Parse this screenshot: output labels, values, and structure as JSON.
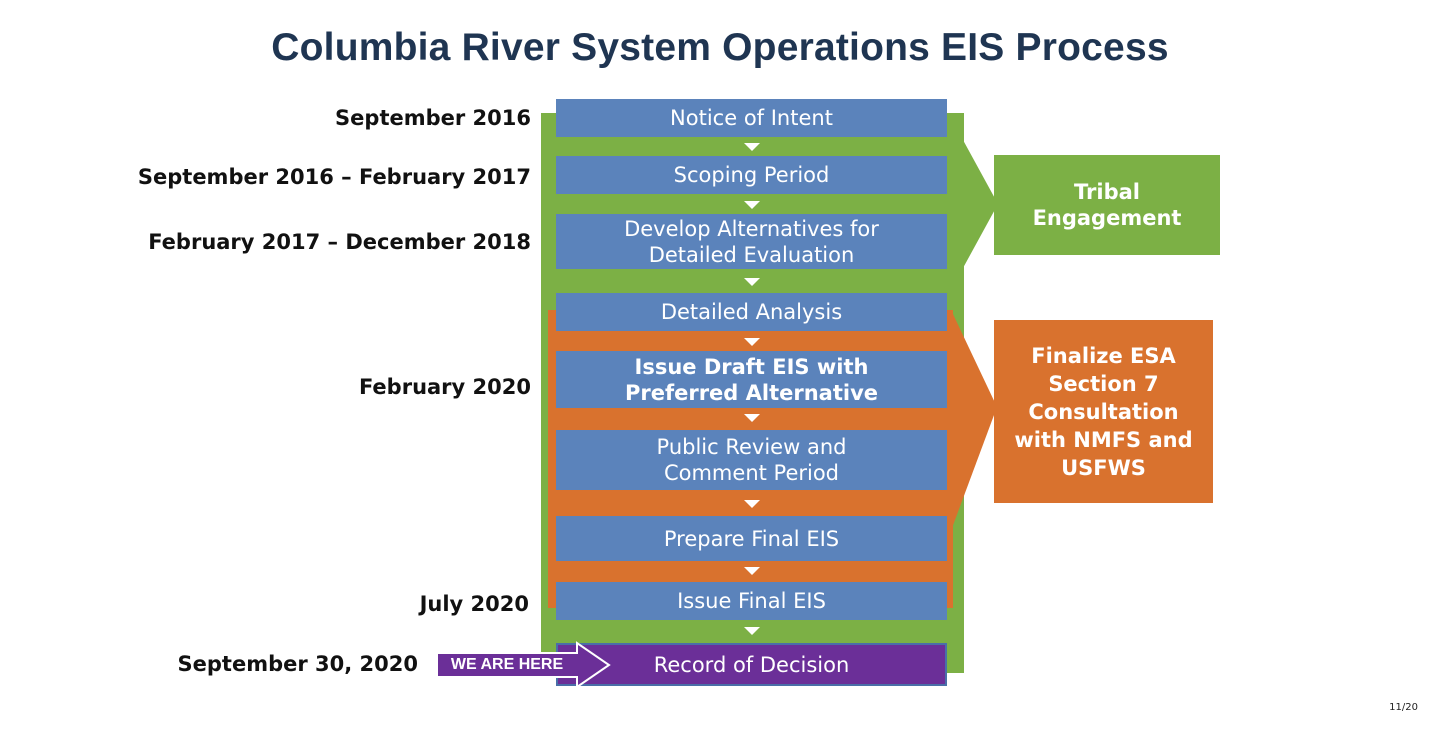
{
  "title": "Columbia River System Operations EIS Process",
  "dates": [
    "September 2016",
    "September 2016 – February  2017",
    "February 2017 – December 2018",
    "February 2020",
    "July 2020",
    "September 30, 2020"
  ],
  "steps": [
    "Notice of Intent",
    "Scoping Period",
    "Develop Alternatives for Detailed Evaluation",
    "Detailed Analysis",
    "Issue Draft EIS with Preferred Alternative",
    "Public Review and Comment Period",
    "Prepare Final EIS",
    "Issue Final EIS",
    "Record of Decision"
  ],
  "side_boxes": {
    "tribal": "Tribal Engagement",
    "esa": "Finalize ESA Section 7 Consultation with NMFS and USFWS"
  },
  "we_are_here": "WE ARE HERE",
  "page_number": "11/20",
  "colors": {
    "title": "#1f3552",
    "step_blue": "#5b83bb",
    "tribal_green": "#7cb045",
    "esa_orange": "#d9722e",
    "decision_purple": "#6b2f98"
  }
}
